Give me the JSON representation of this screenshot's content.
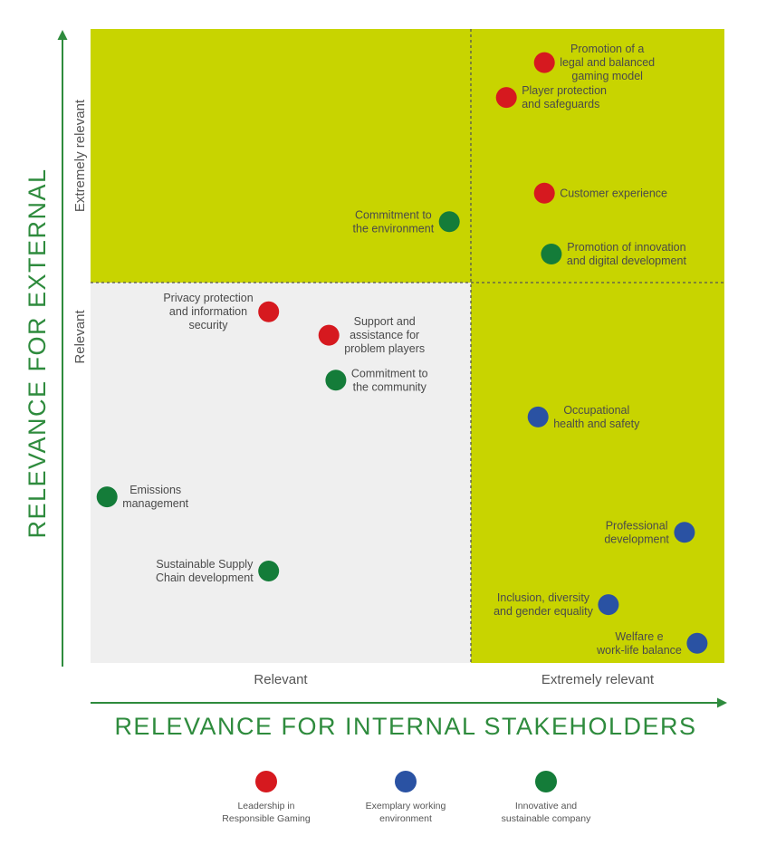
{
  "chart_data": {
    "type": "scatter",
    "xlabel": "RELEVANCE FOR INTERNAL STAKEHOLDERS",
    "ylabel": "RELEVANCE FOR EXTERNAL",
    "xlim": [
      0,
      100
    ],
    "ylim": [
      0,
      100
    ],
    "x_ticks": [
      "Relevant",
      "Extremely relevant"
    ],
    "y_ticks": [
      "Relevant",
      "Extremely relevant"
    ],
    "quadrant_split": {
      "x": 60,
      "y": 60
    },
    "colors": {
      "highlight_quadrant": "#c8d400",
      "base_quadrant": "#efefef",
      "divider": "#555555",
      "axis": "#2e8b3d"
    },
    "legend": [
      {
        "key": "leadership",
        "label": [
          "Leadership in",
          "Responsible Gaming"
        ],
        "color": "#d6191f"
      },
      {
        "key": "working",
        "label": [
          "Exemplary working",
          "environment"
        ],
        "color": "#2a52a3"
      },
      {
        "key": "innovative",
        "label": [
          "Innovative and",
          "sustainable company"
        ],
        "color": "#147c39"
      }
    ],
    "points": [
      {
        "label": [
          "Promotion of a",
          "legal and balanced",
          "gaming model"
        ],
        "x": 71.6,
        "y": 94.7,
        "category": "leadership",
        "anchor": "right",
        "align": "center"
      },
      {
        "label": [
          "Player protection",
          "and safeguards"
        ],
        "x": 65.6,
        "y": 89.2,
        "category": "leadership",
        "anchor": "right",
        "align": "left"
      },
      {
        "label": [
          "Customer experience"
        ],
        "x": 71.6,
        "y": 74.1,
        "category": "leadership",
        "anchor": "right",
        "align": "left"
      },
      {
        "label": [
          "Commitment to",
          "the environment"
        ],
        "x": 56.6,
        "y": 69.6,
        "category": "innovative",
        "anchor": "left",
        "align": "center"
      },
      {
        "label": [
          "Promotion of innovation",
          "and digital development"
        ],
        "x": 72.7,
        "y": 64.5,
        "category": "innovative",
        "anchor": "right",
        "align": "center"
      },
      {
        "label": [
          "Privacy protection",
          "and information",
          "security"
        ],
        "x": 28.1,
        "y": 55.4,
        "category": "leadership",
        "anchor": "left",
        "align": "center"
      },
      {
        "label": [
          "Support and",
          "assistance for",
          "problem players"
        ],
        "x": 37.6,
        "y": 51.7,
        "category": "leadership",
        "anchor": "right",
        "align": "center"
      },
      {
        "label": [
          "Commitment to",
          "the community"
        ],
        "x": 38.7,
        "y": 44.6,
        "category": "innovative",
        "anchor": "right",
        "align": "center"
      },
      {
        "label": [
          "Occupational",
          "health and safety"
        ],
        "x": 70.6,
        "y": 38.8,
        "category": "working",
        "anchor": "right",
        "align": "center"
      },
      {
        "label": [
          "Emissions",
          "management"
        ],
        "x": 2.6,
        "y": 26.2,
        "category": "innovative",
        "anchor": "right",
        "align": "center"
      },
      {
        "label": [
          "Professional",
          "development"
        ],
        "x": 93.7,
        "y": 20.6,
        "category": "working",
        "anchor": "left",
        "align": "center"
      },
      {
        "label": [
          "Sustainable Supply",
          "Chain development"
        ],
        "x": 28.1,
        "y": 14.5,
        "category": "innovative",
        "anchor": "left",
        "align": "center"
      },
      {
        "label": [
          "Inclusion, diversity",
          "and gender equality"
        ],
        "x": 81.7,
        "y": 9.2,
        "category": "working",
        "anchor": "left",
        "align": "center"
      },
      {
        "label": [
          "Welfare e",
          "work-life balance"
        ],
        "x": 95.7,
        "y": 3.1,
        "category": "working",
        "anchor": "left",
        "align": "center"
      }
    ]
  }
}
